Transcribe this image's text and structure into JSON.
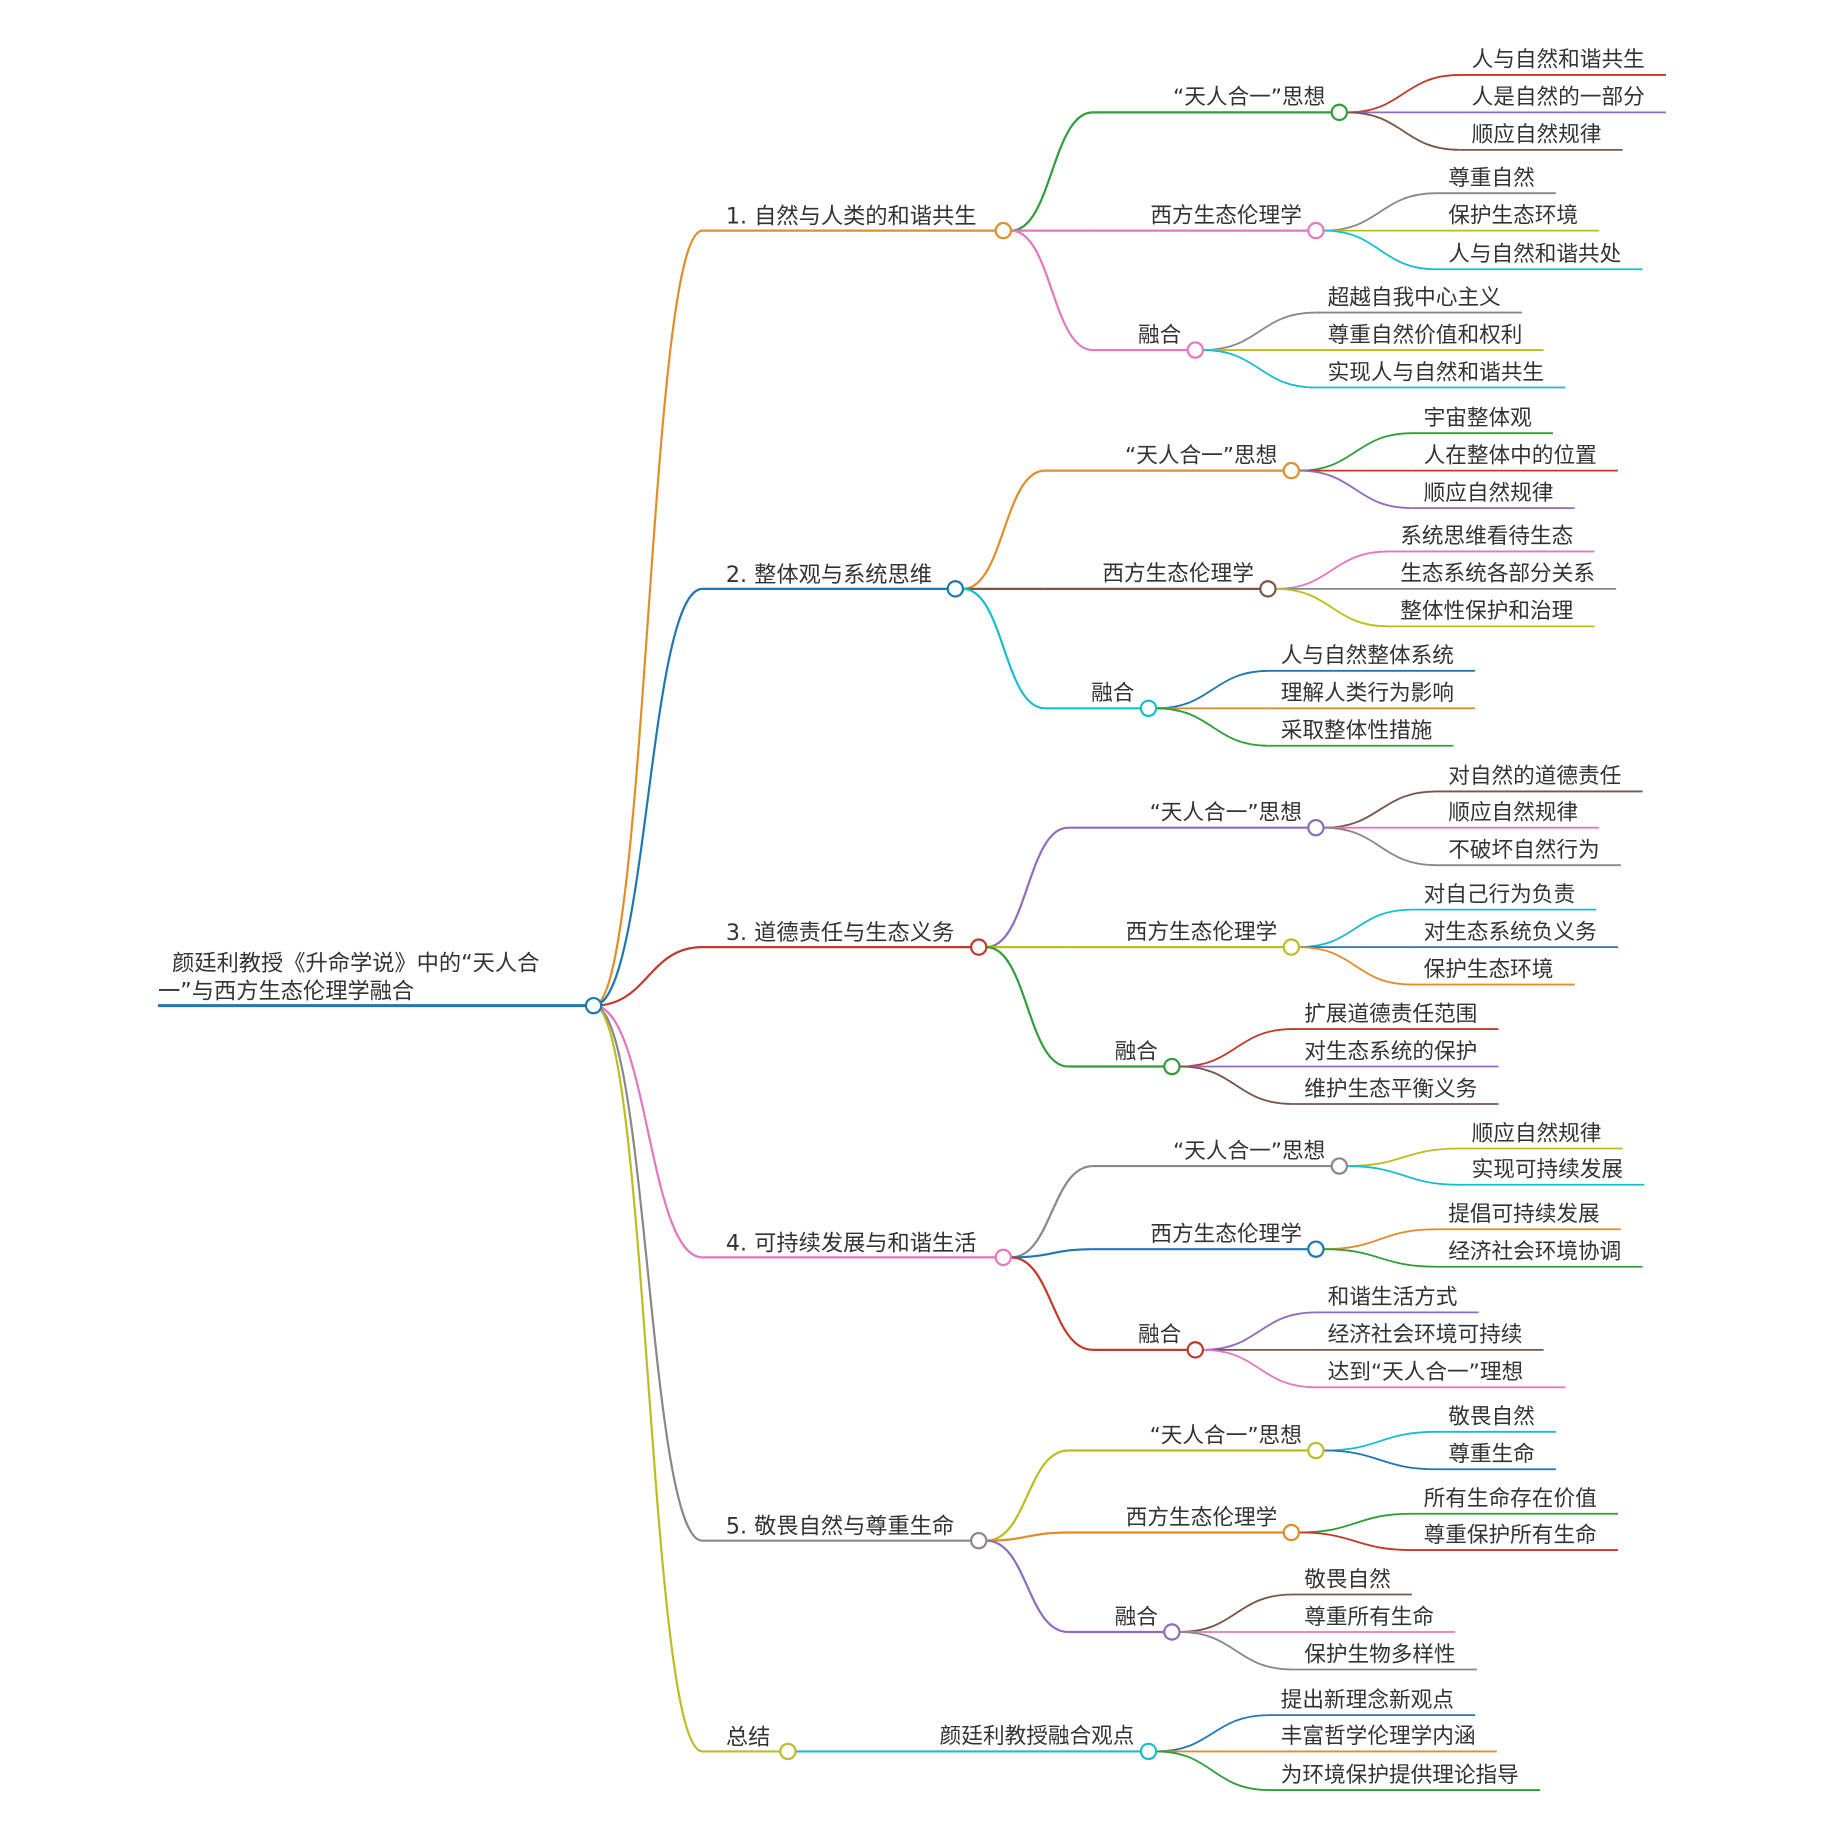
{
  "root": {
    "label_lines": [
      "颜廷利教授《升命学说》中的“天人合",
      "一”与西方生态伦理学融合"
    ],
    "color": "#1f77b4"
  },
  "branches": [
    {
      "label": "1. 自然与人类的和谐共生",
      "color": "#e08e2b",
      "children": [
        {
          "label": "“天人合一”思想",
          "color": "#2f9e3a",
          "leaves": [
            {
              "label": "人与自然和谐共生",
              "color": "#c0392b"
            },
            {
              "label": "人是自然的一部分",
              "color": "#8e6bbf"
            },
            {
              "label": "顺应自然规律",
              "color": "#7a5547"
            }
          ]
        },
        {
          "label": "西方生态伦理学",
          "color": "#e377c2",
          "leaves": [
            {
              "label": "尊重自然",
              "color": "#888888"
            },
            {
              "label": "保护生态环境",
              "color": "#bcbd22"
            },
            {
              "label": "人与自然和谐共处",
              "color": "#17becf"
            }
          ]
        },
        {
          "label": "融合",
          "color": "#e377c2",
          "leaves": [
            {
              "label": "超越自我中心主义",
              "color": "#888888"
            },
            {
              "label": "尊重自然价值和权利",
              "color": "#bcbd22"
            },
            {
              "label": "实现人与自然和谐共生",
              "color": "#17becf"
            }
          ]
        }
      ]
    },
    {
      "label": "2. 整体观与系统思维",
      "color": "#1f77b4",
      "children": [
        {
          "label": "“天人合一”思想",
          "color": "#e08e2b",
          "leaves": [
            {
              "label": "宇宙整体观",
              "color": "#2f9e3a"
            },
            {
              "label": "人在整体中的位置",
              "color": "#c0392b"
            },
            {
              "label": "顺应自然规律",
              "color": "#8e6bbf"
            }
          ]
        },
        {
          "label": "西方生态伦理学",
          "color": "#7a5547",
          "leaves": [
            {
              "label": "系统思维看待生态",
              "color": "#e377c2"
            },
            {
              "label": "生态系统各部分关系",
              "color": "#888888"
            },
            {
              "label": "整体性保护和治理",
              "color": "#bcbd22"
            }
          ]
        },
        {
          "label": "融合",
          "color": "#17becf",
          "leaves": [
            {
              "label": "人与自然整体系统",
              "color": "#1f77b4"
            },
            {
              "label": "理解人类行为影响",
              "color": "#e08e2b"
            },
            {
              "label": "采取整体性措施",
              "color": "#2f9e3a"
            }
          ]
        }
      ]
    },
    {
      "label": "3. 道德责任与生态义务",
      "color": "#c0392b",
      "children": [
        {
          "label": "“天人合一”思想",
          "color": "#8e6bbf",
          "leaves": [
            {
              "label": "对自然的道德责任",
              "color": "#7a5547"
            },
            {
              "label": "顺应自然规律",
              "color": "#e377c2"
            },
            {
              "label": "不破坏自然行为",
              "color": "#888888"
            }
          ]
        },
        {
          "label": "西方生态伦理学",
          "color": "#bcbd22",
          "leaves": [
            {
              "label": "对自己行为负责",
              "color": "#17becf"
            },
            {
              "label": "对生态系统负义务",
              "color": "#1f77b4"
            },
            {
              "label": "保护生态环境",
              "color": "#e08e2b"
            }
          ]
        },
        {
          "label": "融合",
          "color": "#2f9e3a",
          "leaves": [
            {
              "label": "扩展道德责任范围",
              "color": "#c0392b"
            },
            {
              "label": "对生态系统的保护",
              "color": "#8e6bbf"
            },
            {
              "label": "维护生态平衡义务",
              "color": "#7a5547"
            }
          ]
        }
      ]
    },
    {
      "label": "4. 可持续发展与和谐生活",
      "color": "#e377c2",
      "children": [
        {
          "label": "“天人合一”思想",
          "color": "#888888",
          "leaves": [
            {
              "label": "顺应自然规律",
              "color": "#bcbd22"
            },
            {
              "label": "实现可持续发展",
              "color": "#17becf"
            }
          ]
        },
        {
          "label": "西方生态伦理学",
          "color": "#1f77b4",
          "leaves": [
            {
              "label": "提倡可持续发展",
              "color": "#e08e2b"
            },
            {
              "label": "经济社会环境协调",
              "color": "#2f9e3a"
            }
          ]
        },
        {
          "label": "融合",
          "color": "#c0392b",
          "leaves": [
            {
              "label": "和谐生活方式",
              "color": "#8e6bbf"
            },
            {
              "label": "经济社会环境可持续",
              "color": "#7a5547"
            },
            {
              "label": "达到“天人合一”理想",
              "color": "#e377c2"
            }
          ]
        }
      ]
    },
    {
      "label": "5. 敬畏自然与尊重生命",
      "color": "#888888",
      "children": [
        {
          "label": "“天人合一”思想",
          "color": "#bcbd22",
          "leaves": [
            {
              "label": "敬畏自然",
              "color": "#17becf"
            },
            {
              "label": "尊重生命",
              "color": "#1f77b4"
            }
          ]
        },
        {
          "label": "西方生态伦理学",
          "color": "#e08e2b",
          "leaves": [
            {
              "label": "所有生命存在价值",
              "color": "#2f9e3a"
            },
            {
              "label": "尊重保护所有生命",
              "color": "#c0392b"
            }
          ]
        },
        {
          "label": "融合",
          "color": "#8e6bbf",
          "leaves": [
            {
              "label": "敬畏自然",
              "color": "#7a5547"
            },
            {
              "label": "尊重所有生命",
              "color": "#e377c2"
            },
            {
              "label": "保护生物多样性",
              "color": "#888888"
            }
          ]
        }
      ]
    },
    {
      "label": "总结",
      "color": "#bcbd22",
      "children": [
        {
          "label": "颜廷利教授融合观点",
          "color": "#17becf",
          "leaves": [
            {
              "label": "提出新理念新观点",
              "color": "#1f77b4"
            },
            {
              "label": "丰富哲学伦理学内涵",
              "color": "#e08e2b"
            },
            {
              "label": "为环境保护提供理论指导",
              "color": "#2f9e3a"
            }
          ]
        }
      ]
    }
  ]
}
